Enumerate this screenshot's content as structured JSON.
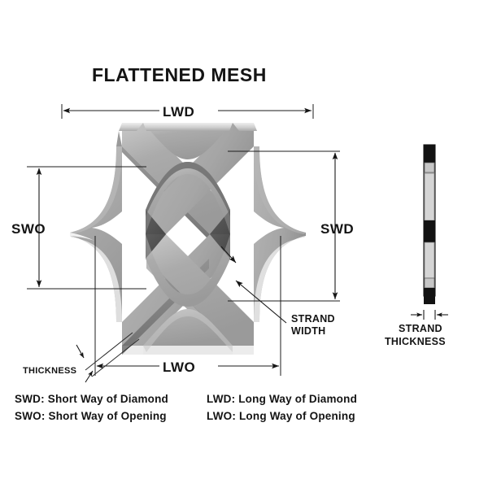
{
  "title": "FLATTENED MESH",
  "dimensions": {
    "lwd": "LWD",
    "lwo": "LWO",
    "swd": "SWD",
    "swo": "SWO",
    "thickness": "THICKNESS",
    "strand_width_line1": "STRAND",
    "strand_width_line2": "WIDTH",
    "strand_thickness_line1": "STRAND",
    "strand_thickness_line2": "THICKNESS"
  },
  "legend": {
    "rows": [
      {
        "left": "SWD: Short Way of Diamond",
        "right": "LWD: Long Way of Diamond"
      },
      {
        "left": "SWO: Short Way of Opening",
        "right": "LWO: Long Way of Opening"
      }
    ]
  },
  "colors": {
    "background": "#ffffff",
    "ink": "#141414",
    "strand_face": "#a8a8a8",
    "strand_light": "#d9d9d9",
    "strand_dark": "#6f6f6f",
    "strand_shadow": "#4a4a4a",
    "strand_edge": "#efefef",
    "profile_black": "#121212"
  },
  "icons": {
    "arrow": "arrow-head",
    "tick": "dimension-tick"
  }
}
